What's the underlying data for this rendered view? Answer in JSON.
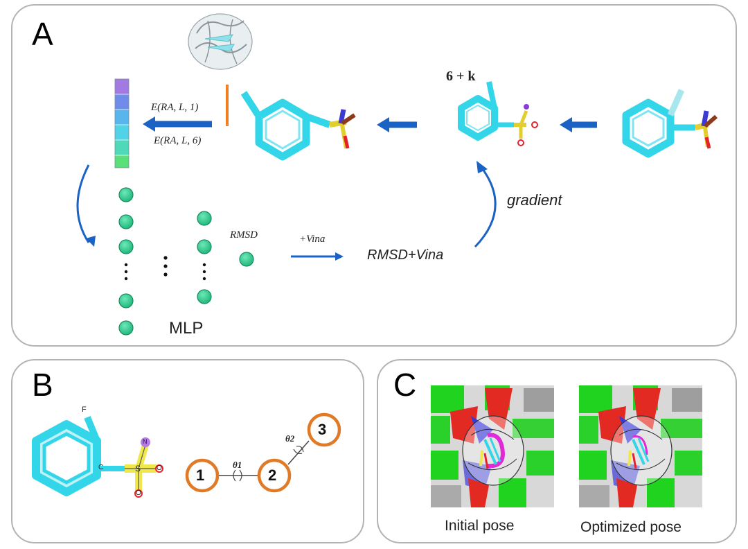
{
  "panels": {
    "a": {
      "label": "A"
    },
    "b": {
      "label": "B"
    },
    "c": {
      "label": "C"
    }
  },
  "panel_a": {
    "energy_top": "E(RA, L, 1)",
    "energy_bottom": "E(RA, L, 6)",
    "dof_label": "6 + k",
    "gradient": "gradient",
    "rmsd_small": "RMSD",
    "vina_small": "+Vina",
    "rmsd_vina": "RMSD+Vina",
    "mlp": "MLP"
  },
  "panel_b": {
    "atom_f": "F",
    "atom_c": "C",
    "atom_s": "S",
    "atom_n": "N",
    "atom_o1": "O",
    "atom_o2": "O",
    "node1": "1",
    "node2": "2",
    "node3": "3",
    "theta1": "θ1",
    "theta2": "θ2"
  },
  "panel_c": {
    "initial": "Initial pose",
    "optimized": "Optimized pose"
  },
  "colors": {
    "ring": "#33d6e8",
    "arrow": "#1a63c4",
    "node": "#2fc990",
    "torsion_node": "#e07a26",
    "sulfur": "#f2e240",
    "oxygen": "#e8202a",
    "nitrogen": "#3a3ad8"
  }
}
